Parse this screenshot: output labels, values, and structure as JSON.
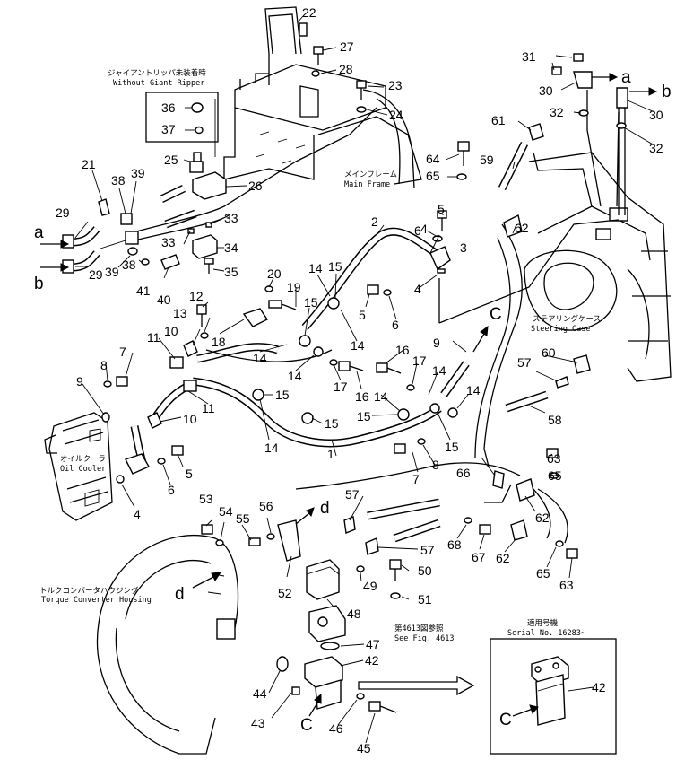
{
  "captions": {
    "without_ripper_jp": "ジャイアントリッパ未装着時",
    "without_ripper_en": "Without Giant Ripper",
    "main_frame_jp": "メインフレーム",
    "main_frame_en": "Main Frame",
    "steering_case_jp": "ステアリングケース",
    "steering_case_en": "Steering Case",
    "oil_cooler_jp": "オイルクーラ",
    "oil_cooler_en": "Oil Cooler",
    "torque_converter_jp": "トルクコンバータハウジング",
    "torque_converter_en": "Torque Converter Housing",
    "see_fig_jp": "第4613図参照",
    "see_fig_en": "See Fig. 4613",
    "serial_jp": "適用号機",
    "serial_en": "Serial No. 16283~"
  },
  "letters": {
    "a": "a",
    "b": "b",
    "c": "C",
    "d": "d"
  },
  "part_numbers": [
    "1",
    "2",
    "3",
    "4",
    "5",
    "6",
    "7",
    "8",
    "9",
    "10",
    "11",
    "12",
    "13",
    "14",
    "15",
    "16",
    "17",
    "18",
    "19",
    "20",
    "21",
    "22",
    "23",
    "24",
    "25",
    "26",
    "27",
    "28",
    "29",
    "30",
    "31",
    "32",
    "33",
    "34",
    "35",
    "36",
    "37",
    "38",
    "39",
    "40",
    "41",
    "42",
    "43",
    "44",
    "45",
    "46",
    "47",
    "48",
    "49",
    "50",
    "51",
    "52",
    "53",
    "54",
    "55",
    "56",
    "57",
    "58",
    "59",
    "60",
    "61",
    "62",
    "63",
    "64",
    "65",
    "66",
    "67",
    "68"
  ]
}
